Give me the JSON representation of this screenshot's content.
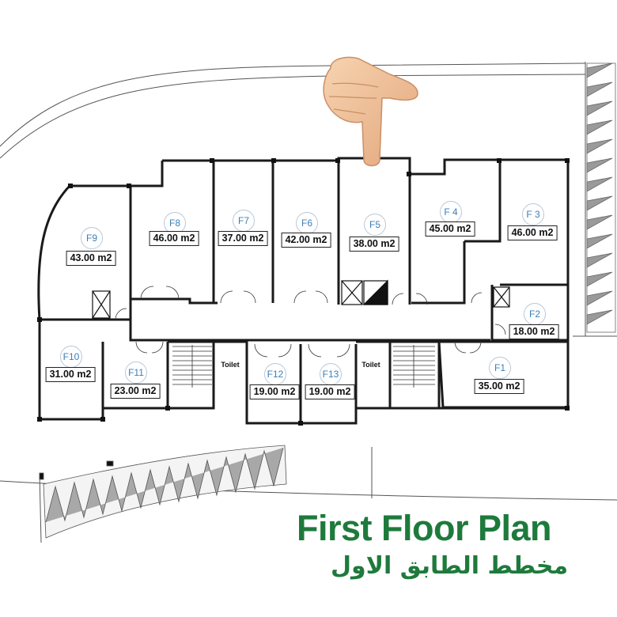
{
  "plan": {
    "title_en": "First Floor Plan",
    "title_ar": "مخطط الطابق الاول",
    "accent_color": "#1e7a3c",
    "label_color": "#3a7fb8",
    "units": [
      {
        "id": "F1",
        "area": "35.00 m2"
      },
      {
        "id": "F2",
        "area": "18.00 m2"
      },
      {
        "id": "F 3",
        "area": "46.00 m2"
      },
      {
        "id": "F 4",
        "area": "45.00 m2"
      },
      {
        "id": "F5",
        "area": "38.00 m2"
      },
      {
        "id": "F6",
        "area": "42.00 m2"
      },
      {
        "id": "F7",
        "area": "37.00 m2"
      },
      {
        "id": "F8",
        "area": "46.00 m2"
      },
      {
        "id": "F9",
        "area": "43.00 m2"
      },
      {
        "id": "F10",
        "area": "31.00 m2"
      },
      {
        "id": "F11",
        "area": "23.00 m2"
      },
      {
        "id": "F12",
        "area": "19.00 m2"
      },
      {
        "id": "F13",
        "area": "19.00 m2"
      }
    ],
    "toilets": [
      "Toilet",
      "Toilet"
    ],
    "pointer_icon": "pointing-hand-icon"
  }
}
